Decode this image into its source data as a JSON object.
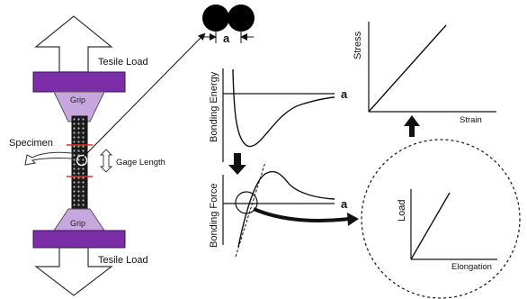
{
  "labels": {
    "tensile_load_top": "Tesile Load",
    "tensile_load_bottom": "Tesile Load",
    "grip_top": "Grip",
    "grip_bottom": "Grip",
    "specimen": "Specimen",
    "gage_length": "Gage Length",
    "atom_spacing": "a",
    "bonding_energy": "Bonding Energy",
    "bonding_energy_axis": "a",
    "bonding_force": "Bonding Force",
    "bonding_force_axis": "a",
    "stress": "Stress",
    "strain": "Strain",
    "load": "Load",
    "elongation": "Elongation"
  },
  "colors": {
    "grip_plate": "#7b2ea8",
    "grip_wedge": "#c8a6de",
    "specimen": "#1c1c1c",
    "gage_marks": "#e03030",
    "line": "#111111"
  }
}
